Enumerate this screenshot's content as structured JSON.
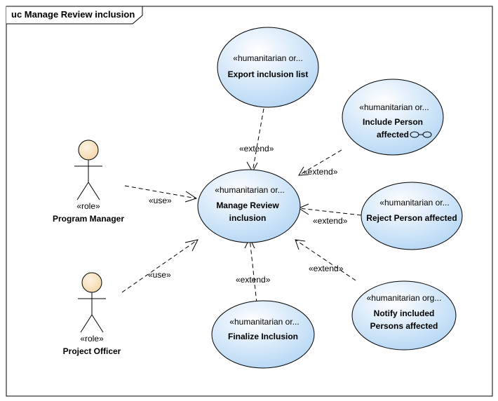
{
  "frame": {
    "title": "uc Manage Review inclusion"
  },
  "actors": [
    {
      "id": "program-manager",
      "stereotype": "«role»",
      "name": "Program Manager"
    },
    {
      "id": "project-officer",
      "stereotype": "«role»",
      "name": "Project Officer"
    }
  ],
  "use_cases": [
    {
      "id": "export-inclusion-list",
      "stereotype": "«humanitarian or...",
      "lines": [
        "Export inclusion list"
      ]
    },
    {
      "id": "include-person-affected",
      "stereotype": "«humanitarian or...",
      "lines": [
        "Include Person",
        "affected"
      ]
    },
    {
      "id": "manage-review-inclusion",
      "stereotype": "«humanitarian or...",
      "lines": [
        "Manage Review",
        "inclusion"
      ]
    },
    {
      "id": "reject-person-affected",
      "stereotype": "«humanitarian or...",
      "lines": [
        "Reject Person affected"
      ]
    },
    {
      "id": "finalize-inclusion",
      "stereotype": "«humanitarian or...",
      "lines": [
        "Finalize Inclusion"
      ]
    },
    {
      "id": "notify-included-persons",
      "stereotype": "«humanitarian org...",
      "lines": [
        "Notify included",
        "Persons affected"
      ]
    }
  ],
  "relations": [
    {
      "id": "pm-use",
      "label": "«use»"
    },
    {
      "id": "po-use",
      "label": "«use»"
    },
    {
      "id": "export-extend",
      "label": "«extend»"
    },
    {
      "id": "include-extend",
      "label": "«extend»"
    },
    {
      "id": "reject-extend",
      "label": "«extend»"
    },
    {
      "id": "finalize-extend",
      "label": "«extend»"
    },
    {
      "id": "notify-extend",
      "label": "«extend»"
    }
  ],
  "colors": {
    "usecase_fill_top": "#ffffff",
    "usecase_fill_bottom": "#b9d9f5",
    "actor_head_fill": "#f9e4c4",
    "stroke": "#000000"
  }
}
